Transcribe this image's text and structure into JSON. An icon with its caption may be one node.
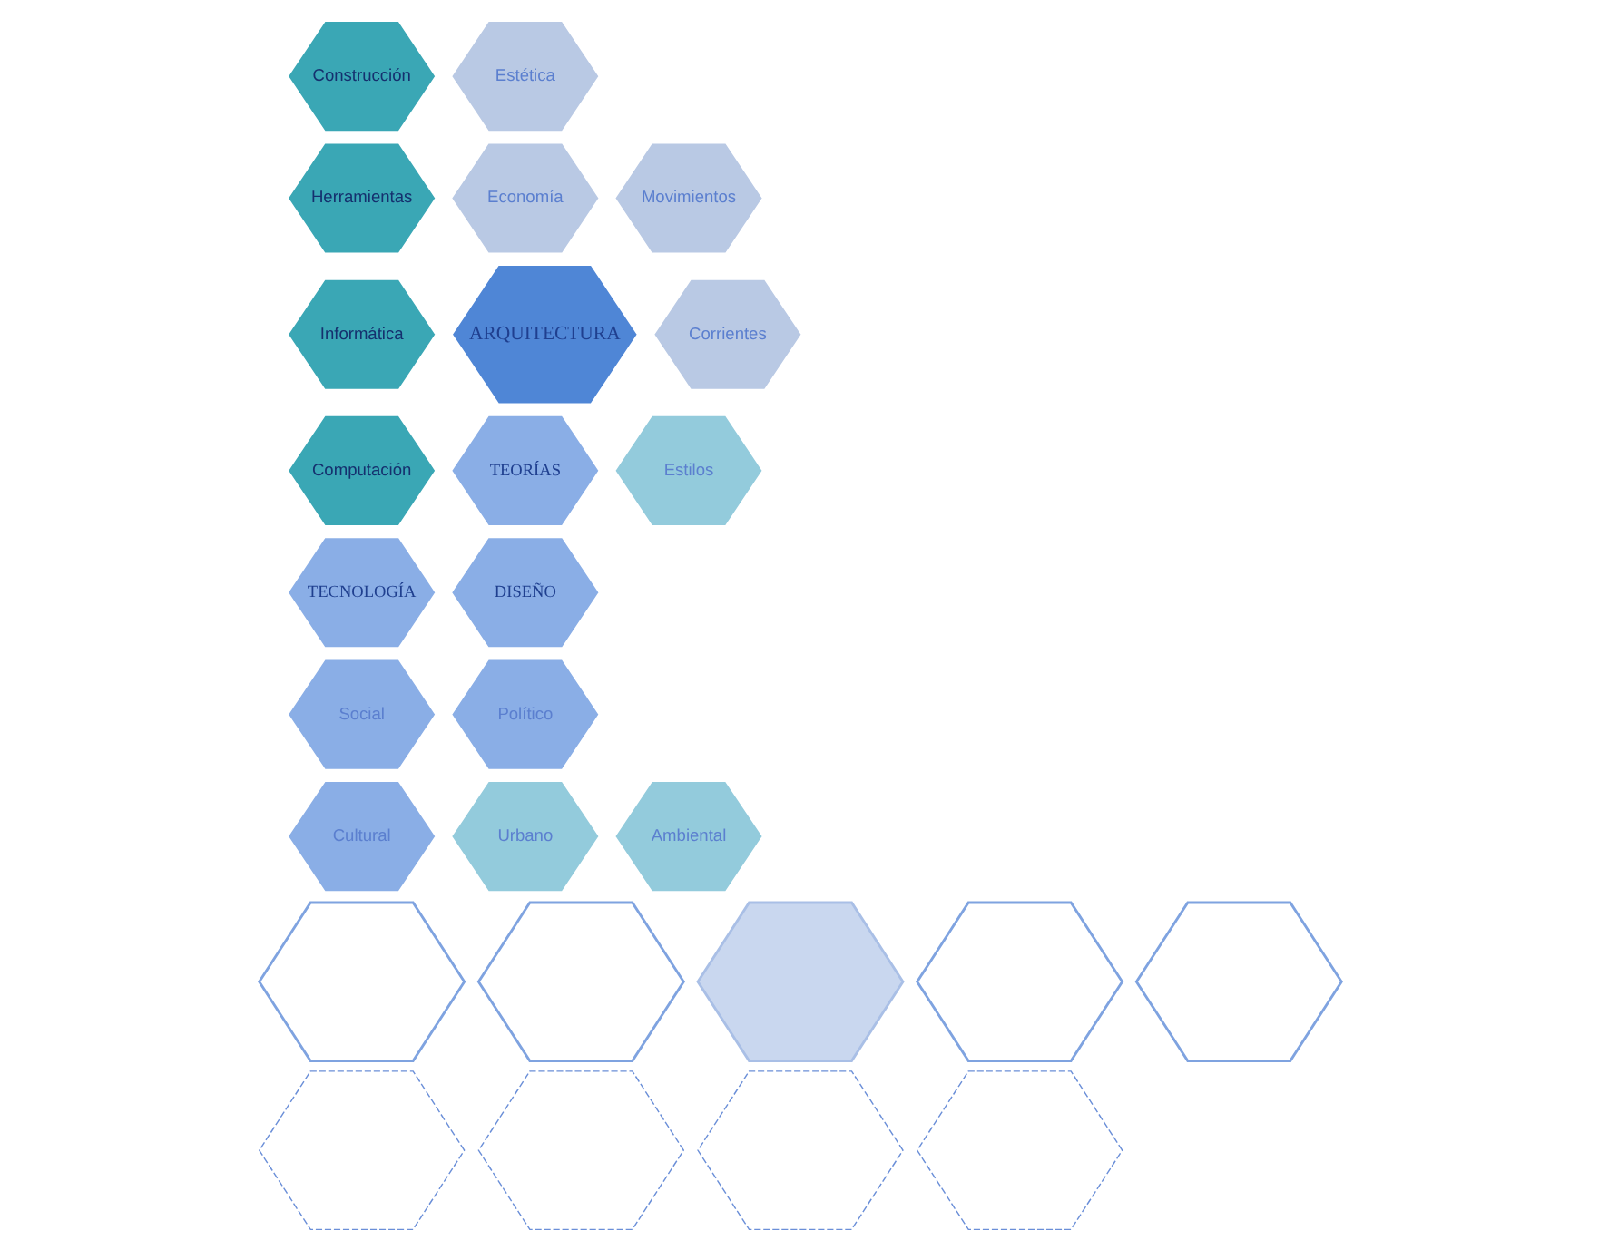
{
  "diagram": {
    "nodes": [
      {
        "text": [
          "Construcción"
        ]
      },
      {
        "text": [
          "Estética"
        ]
      },
      {
        "text": [
          "Herramientas"
        ]
      },
      {
        "text": [
          "Economía"
        ]
      },
      {
        "text": [
          "Movimientos"
        ]
      },
      {
        "text": [
          "Informática"
        ]
      },
      {
        "text": [
          "Corrientes"
        ]
      },
      {
        "text": [
          "ARQUITECTURA"
        ]
      },
      {
        "text": [
          "Computación"
        ]
      },
      {
        "text": [
          "TEORÍAS"
        ]
      },
      {
        "text": [
          "TECNOLOGÍA"
        ]
      },
      {
        "text": [
          "Estilos"
        ]
      },
      {
        "text": [
          "DISEÑO"
        ]
      },
      {
        "text": [
          "Social"
        ]
      },
      {
        "text": [
          "Político"
        ]
      },
      {
        "text": [
          "Cultural"
        ]
      },
      {
        "text": [
          "Urbano"
        ]
      },
      {
        "text": [
          "Ambiental"
        ]
      },
      {
        "text": [],
        "shape": "hexagon"
      },
      {
        "text": [],
        "shape": "hexagon"
      },
      {
        "text": [],
        "shape": "hexagon"
      },
      {
        "text": [],
        "shape": "hexagon"
      },
      {
        "text": [],
        "shape": "hexagon"
      },
      {
        "text": [],
        "shape": "hexagon"
      },
      {
        "text": [],
        "shape": "hexagon"
      },
      {
        "text": [],
        "shape": "hexagon"
      },
      {
        "text": [],
        "shape": "hexagon"
      }
    ],
    "edges": []
  }
}
